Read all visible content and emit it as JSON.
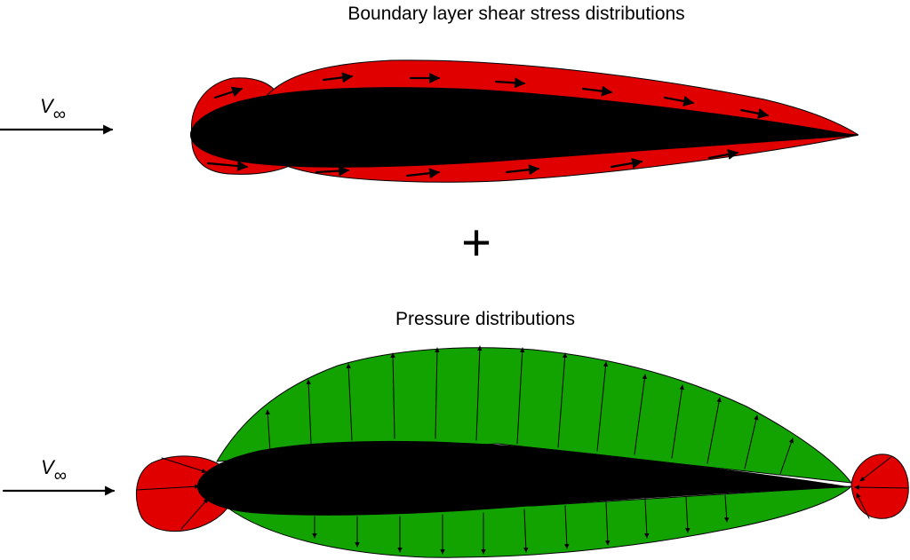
{
  "titles": {
    "shear": "Boundary layer shear stress distributions",
    "pressure": "Pressure distributions"
  },
  "freestream": {
    "symbol": "V",
    "subscript": "∞"
  },
  "operator": "+",
  "colors": {
    "shear_region": "#e00000",
    "pressure_suction": "#13a300",
    "pressure_stagnation": "#e00000",
    "airfoil": "#000000",
    "arrow": "#000000"
  }
}
